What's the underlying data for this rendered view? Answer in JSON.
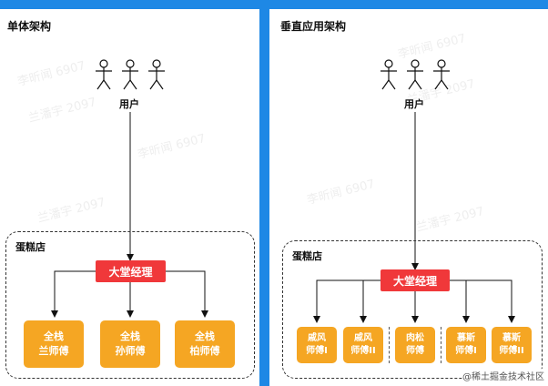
{
  "left": {
    "title": "单体架构",
    "user_label": "用户",
    "store_label": "蛋糕店",
    "manager": "大堂经理",
    "chefs": [
      {
        "line1": "全栈",
        "line2": "兰师傅"
      },
      {
        "line1": "全栈",
        "line2": "孙师傅"
      },
      {
        "line1": "全栈",
        "line2": "柏师傅"
      }
    ]
  },
  "right": {
    "title": "垂直应用架构",
    "user_label": "用户",
    "store_label": "蛋糕店",
    "manager": "大堂经理",
    "chefs": [
      {
        "line1": "戚风",
        "line2": "师傅I"
      },
      {
        "line1": "戚风",
        "line2": "师傅II"
      },
      {
        "line1": "肉松",
        "line2": "师傅"
      },
      {
        "line1": "慕斯",
        "line2": "师傅I"
      },
      {
        "line1": "慕斯",
        "line2": "师傅II"
      }
    ]
  },
  "watermarks": [
    "李昕闻 6907",
    "兰潘宇 2097"
  ],
  "footer": "@稀土掘金技术社区",
  "colors": {
    "background": "#1e88e5",
    "manager": "#f0383a",
    "chef": "#f5a623"
  }
}
